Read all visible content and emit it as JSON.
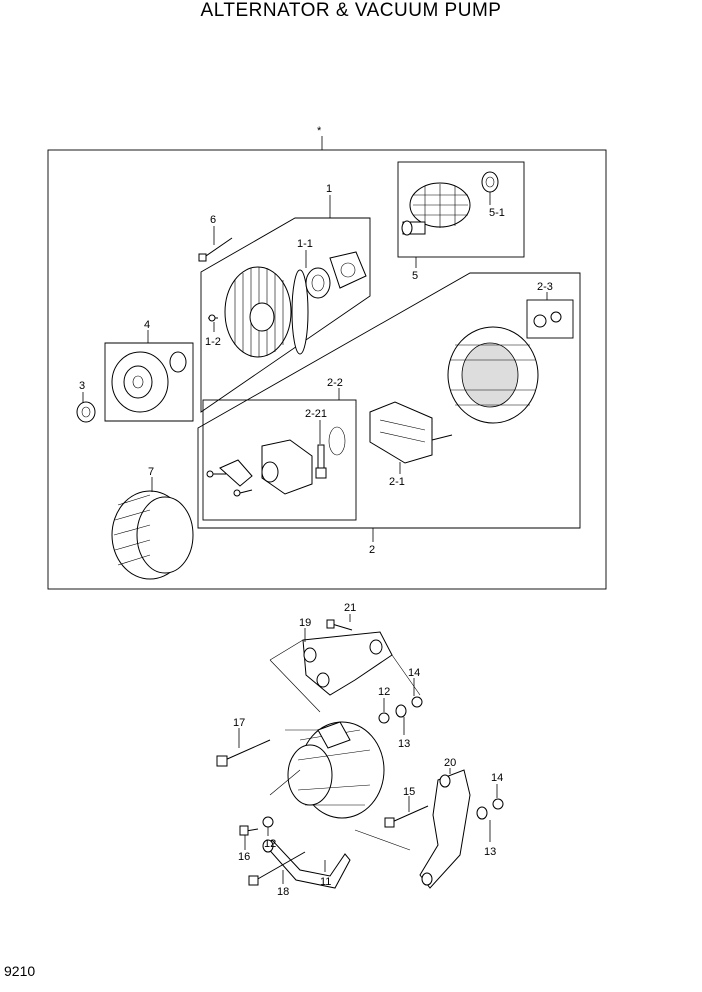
{
  "title": "ALTERNATOR & VACUUM PUMP",
  "page_number": "9210",
  "assembly_marker": "*",
  "callouts": {
    "c1": "1",
    "c1_1": "1-1",
    "c1_2": "1-2",
    "c2": "2",
    "c2_1": "2-1",
    "c2_2": "2-2",
    "c2_21": "2-21",
    "c2_3": "2-3",
    "c3": "3",
    "c4": "4",
    "c5": "5",
    "c5_1": "5-1",
    "c6": "6",
    "c7": "7",
    "c11": "11",
    "c12a": "12",
    "c12b": "12",
    "c13a": "13",
    "c13b": "13",
    "c14a": "14",
    "c14b": "14",
    "c15": "15",
    "c16": "16",
    "c17": "17",
    "c18": "18",
    "c19": "19",
    "c20": "20",
    "c21": "21"
  }
}
